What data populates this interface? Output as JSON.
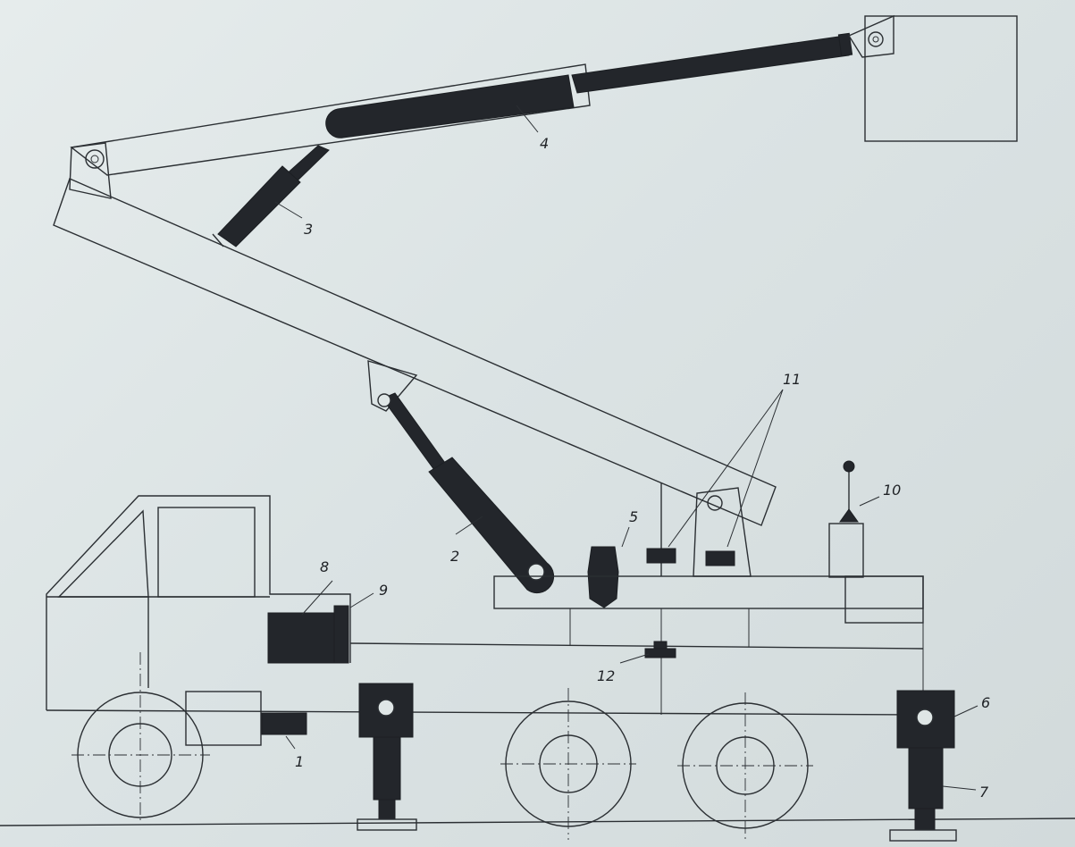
{
  "diagram": {
    "labels": [
      {
        "id": "1",
        "text": "1"
      },
      {
        "id": "2",
        "text": "2"
      },
      {
        "id": "3",
        "text": "3"
      },
      {
        "id": "4",
        "text": "4"
      },
      {
        "id": "5",
        "text": "5"
      },
      {
        "id": "6",
        "text": "6"
      },
      {
        "id": "7",
        "text": "7"
      },
      {
        "id": "8",
        "text": "8"
      },
      {
        "id": "9",
        "text": "9"
      },
      {
        "id": "10",
        "text": "10"
      },
      {
        "id": "11",
        "text": "11"
      },
      {
        "id": "12",
        "text": "12"
      }
    ]
  },
  "colors": {
    "paper": "#dfe6e6",
    "ink": "#2b2f33",
    "dark_fill": "#23262b"
  }
}
